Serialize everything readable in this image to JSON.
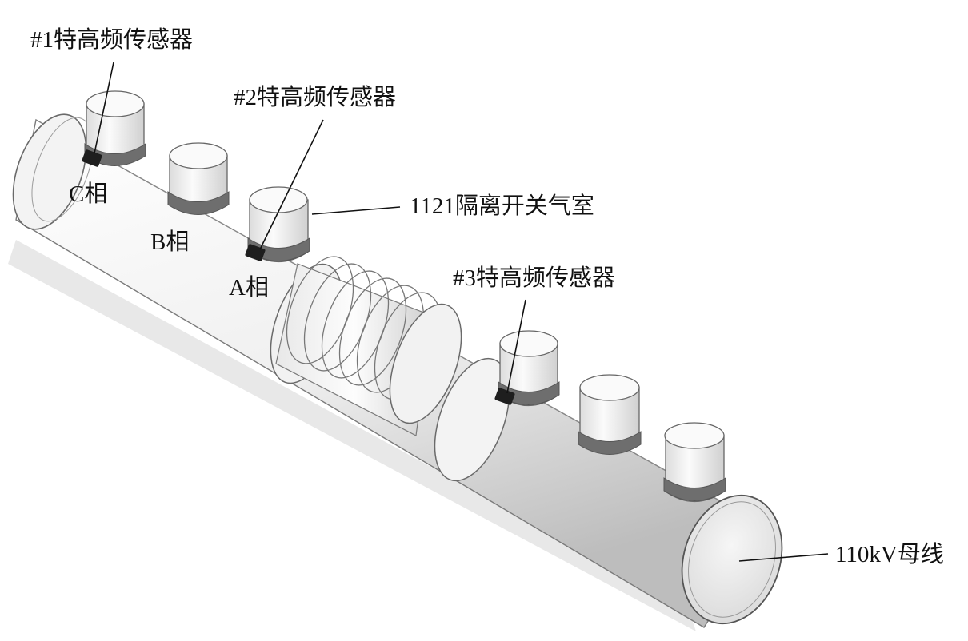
{
  "labels": {
    "sensor1": "#1特高频传感器",
    "sensor2": "#2特高频传感器",
    "sensor3": "#3特高频传感器",
    "phase_c": "C相",
    "phase_b": "B相",
    "phase_a": "A相",
    "switch_chamber": "1121隔离开关气室",
    "busbar": "110kV母线"
  },
  "colors": {
    "body_light": "#f4f4f4",
    "body_shade": "#c9c9c9",
    "band": "#6e6e6e",
    "sensor_block": "#1e1e1e",
    "outline": "#5a5a5a"
  },
  "icons": {
    "sensor": "uhf-sensor-block"
  }
}
